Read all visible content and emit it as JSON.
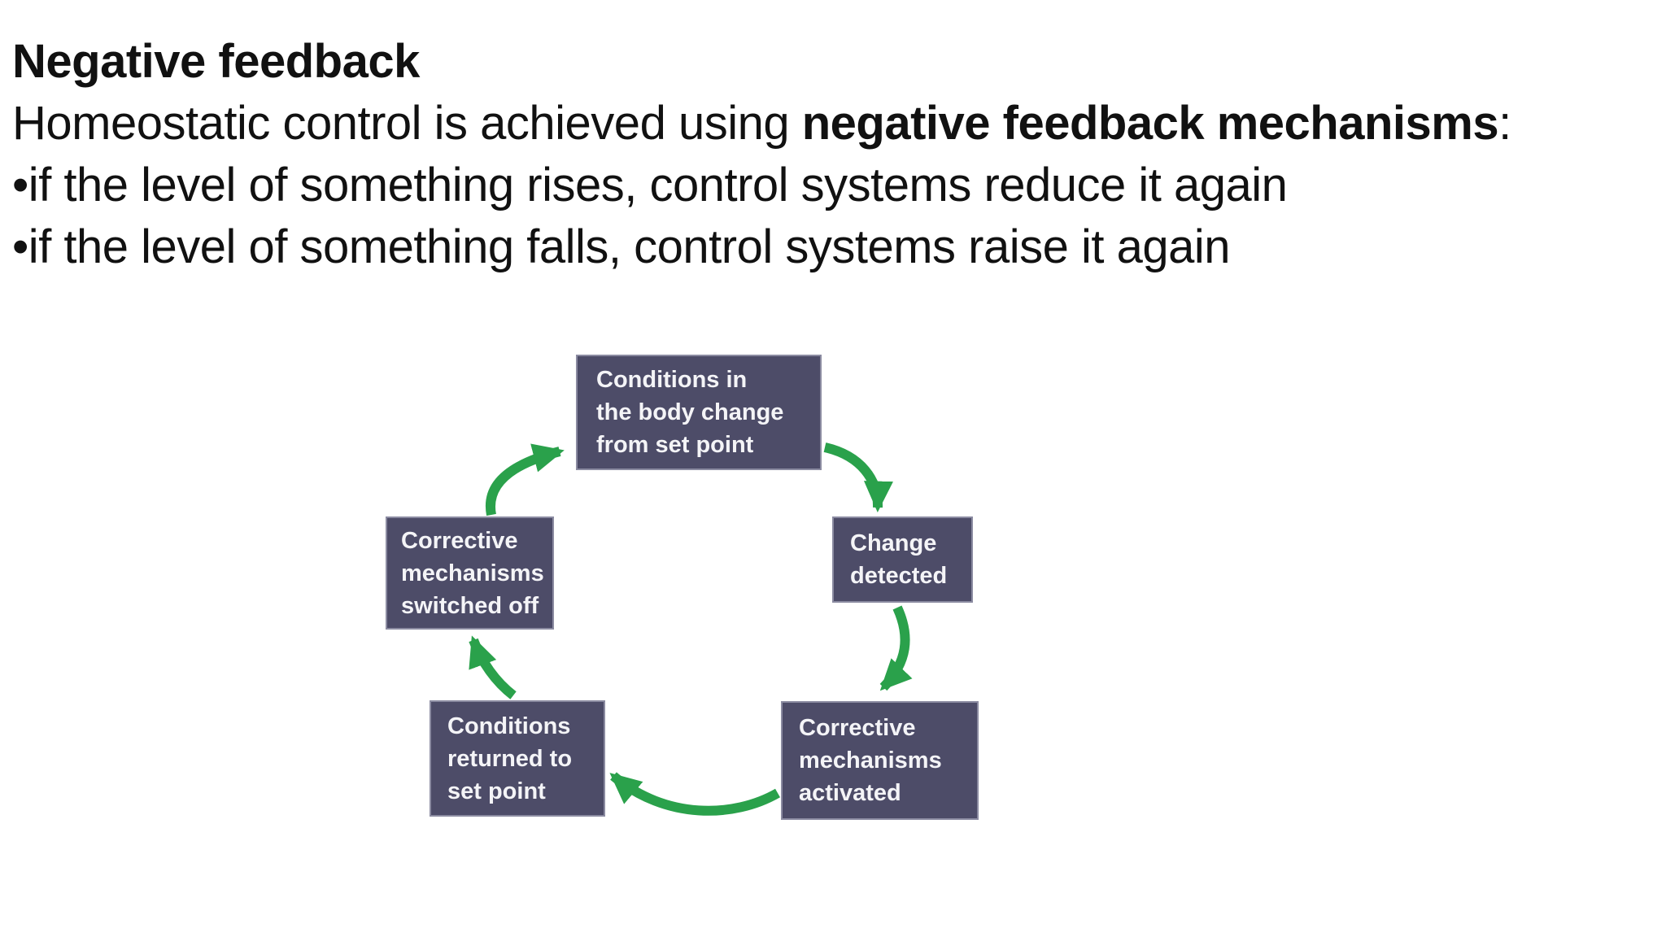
{
  "theme": {
    "bg": "#ffffff",
    "text": "#111111",
    "box_fill": "#4d4c68",
    "box_border": "#8b8ba1",
    "box_text": "#f4f4f7",
    "arrow": "#2aa14b"
  },
  "header": {
    "title": "Negative feedback",
    "line2": {
      "prefix": "Homeostatic control is achieved using ",
      "bold": "negative feedback mechanisms",
      "suffix": ":"
    },
    "bullets": [
      "•if the level of something rises, control systems reduce it again",
      "•if the level of something falls, control systems raise it again"
    ]
  },
  "diagram": {
    "nodes": [
      {
        "id": "conditions-change",
        "label": "Conditions in\nthe body change\nfrom set point"
      },
      {
        "id": "change-detected",
        "label": "Change\ndetected"
      },
      {
        "id": "corrective-activated",
        "label": "Corrective\nmechanisms\nactivated"
      },
      {
        "id": "conditions-returned",
        "label": "Conditions\nreturned to\nset point"
      },
      {
        "id": "corrective-switched-off",
        "label": "Corrective\nmechanisms\nswitched off"
      }
    ],
    "edges": [
      {
        "from": "conditions-change",
        "to": "change-detected"
      },
      {
        "from": "change-detected",
        "to": "corrective-activated"
      },
      {
        "from": "corrective-activated",
        "to": "conditions-returned"
      },
      {
        "from": "conditions-returned",
        "to": "corrective-switched-off"
      },
      {
        "from": "corrective-switched-off",
        "to": "conditions-change"
      }
    ]
  }
}
